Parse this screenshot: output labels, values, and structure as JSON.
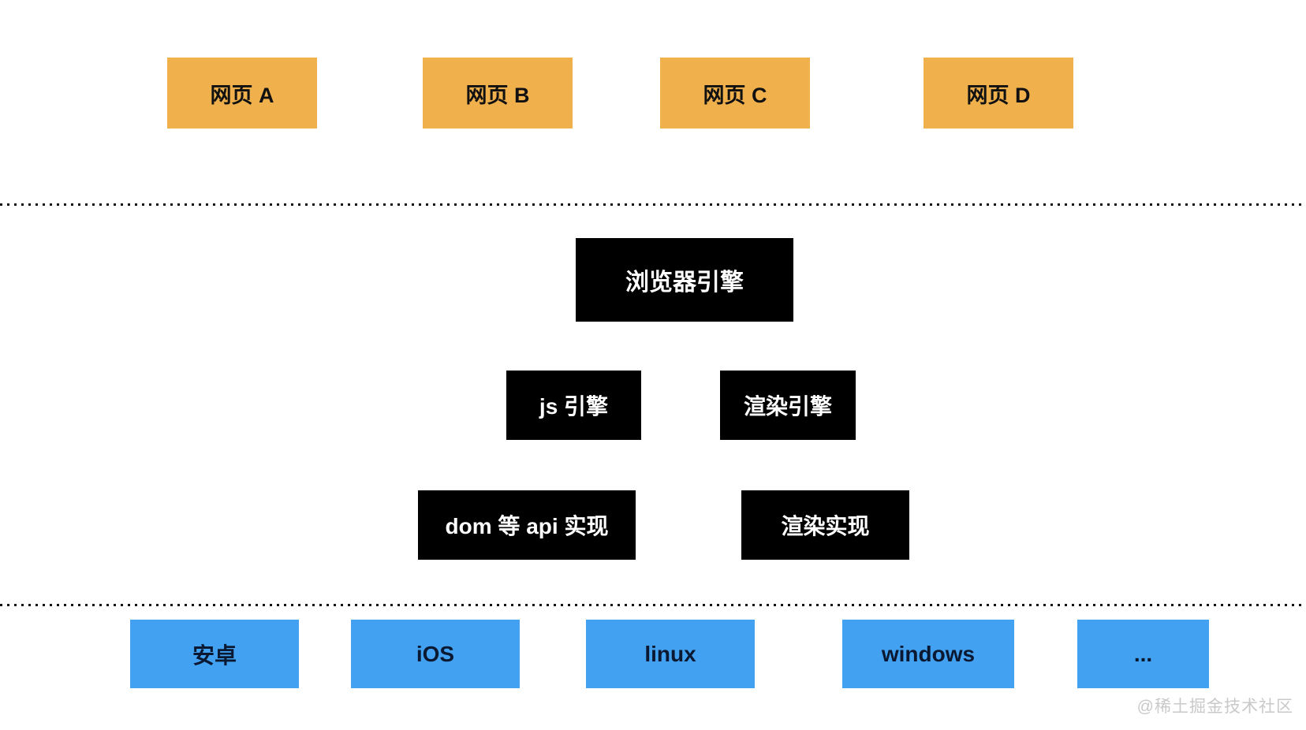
{
  "diagram": {
    "web_pages": [
      {
        "label": "网页 A"
      },
      {
        "label": "网页 B"
      },
      {
        "label": "网页 C"
      },
      {
        "label": "网页 D"
      }
    ],
    "engines": {
      "browser_engine": "浏览器引擎",
      "js_engine": "js 引擎",
      "render_engine": "渲染引擎",
      "dom_api_impl": "dom 等 api 实现",
      "render_impl": "渲染实现"
    },
    "platforms": [
      {
        "label": "安卓"
      },
      {
        "label": "iOS"
      },
      {
        "label": "linux"
      },
      {
        "label": "windows"
      },
      {
        "label": "..."
      }
    ],
    "colors": {
      "web_box": "#F0B14D",
      "engine_box": "#000000",
      "engine_text": "#FFFFFF",
      "platform_box": "#42A1F0",
      "platform_text": "#0A1931",
      "dotted_line": "#111111",
      "watermark": "#C9C9C9"
    },
    "watermark": "@稀土掘金技术社区"
  }
}
